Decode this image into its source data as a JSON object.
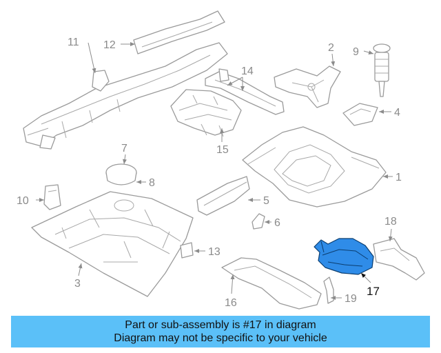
{
  "callouts": {
    "c1": "1",
    "c2": "2",
    "c3": "3",
    "c4": "4",
    "c5": "5",
    "c6": "6",
    "c7": "7",
    "c8": "8",
    "c9": "9",
    "c10": "10",
    "c11": "11",
    "c12": "12",
    "c13": "13",
    "c14": "14",
    "c15": "15",
    "c16": "16",
    "c17": "17",
    "c18": "18",
    "c19": "19"
  },
  "highlighted_part": "17",
  "colors": {
    "highlight": "#2f8ce8",
    "banner": "#5bc0f8",
    "line_art": "#9a9a9a"
  },
  "banner": {
    "line1": "Part or sub-assembly is #17 in diagram",
    "line2": "Diagram may not be specific to your vehicle"
  }
}
